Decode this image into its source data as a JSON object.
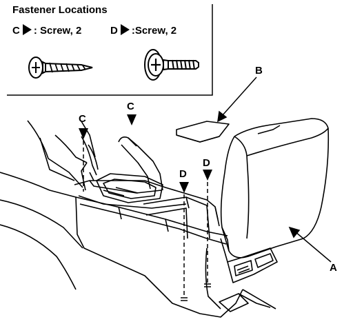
{
  "header": {
    "title": "Fastener Locations",
    "fastener_c": {
      "letter": "C",
      "text": ": Screw, 2"
    },
    "fastener_d": {
      "letter": "D",
      "text": ":Screw, 2"
    }
  },
  "callouts": {
    "a": "A",
    "b": "B",
    "c_left": "C",
    "c_right": "C",
    "d_left": "D",
    "d_right": "D"
  },
  "colors": {
    "ink": "#000000",
    "paper": "#ffffff"
  },
  "icons": [
    "pan-head-wood-screw-icon",
    "washer-head-machine-screw-icon"
  ]
}
